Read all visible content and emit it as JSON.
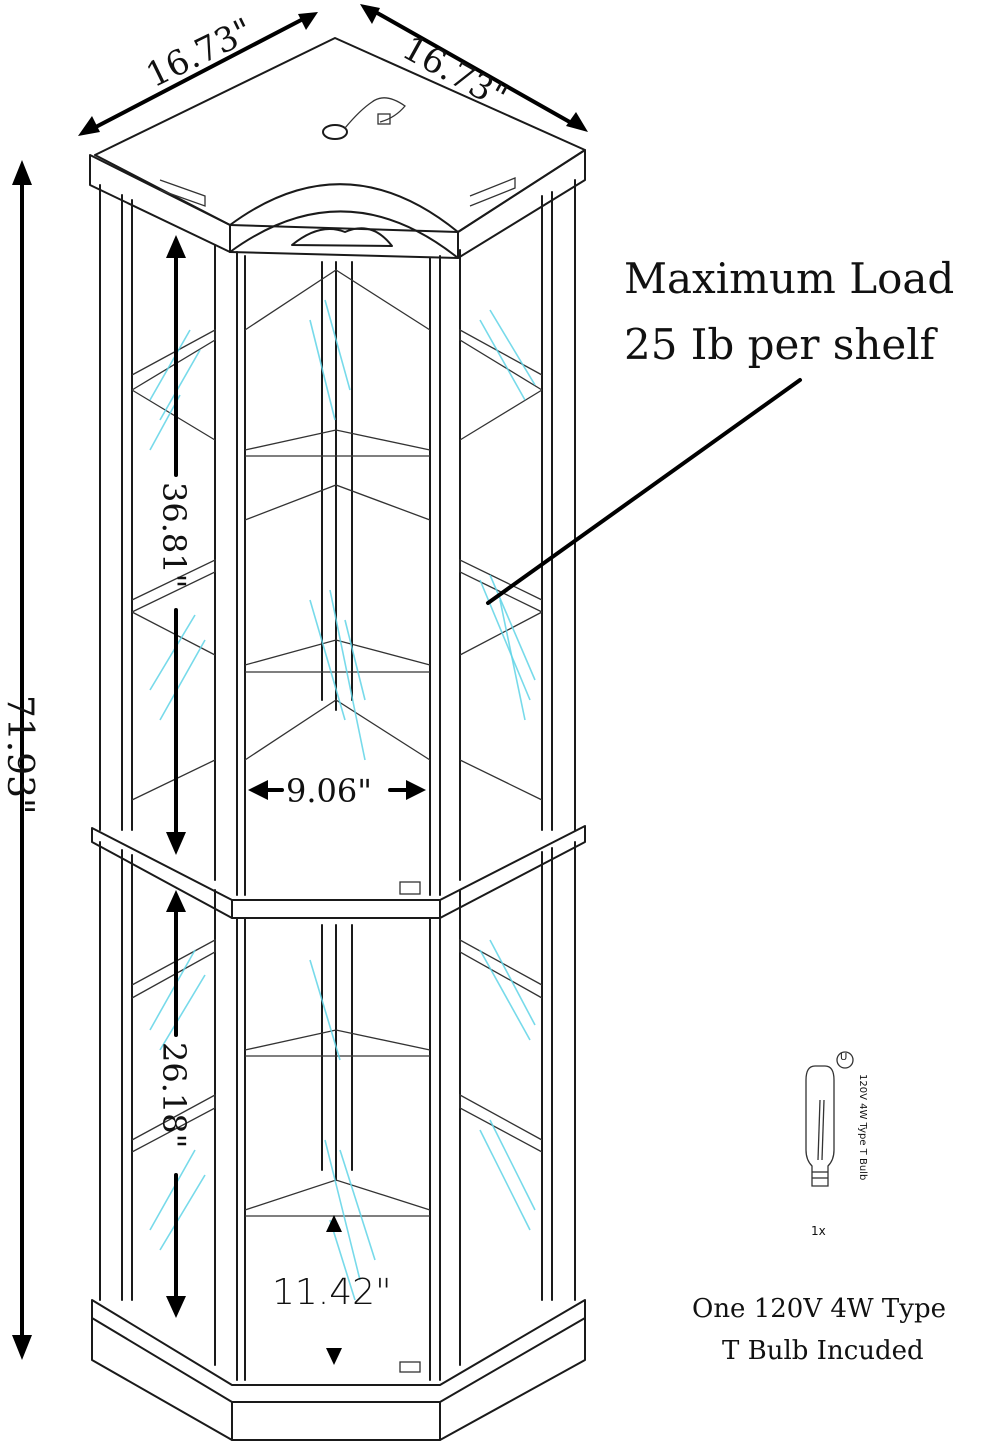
{
  "dimensions": {
    "width_left": "16.73\"",
    "width_right": "16.73\"",
    "total_height": "71.93\"",
    "upper_section_height": "36.81\"",
    "lower_section_height": "26.18\"",
    "door_width": "9.06\"",
    "lower_depth": "11.42\""
  },
  "callout": {
    "line1": "Maximum Load",
    "line2": "25 Ib per shelf"
  },
  "bulb": {
    "spec_text": "120V 4W Type T Bulb",
    "quantity": "1x",
    "cert_mark": "U",
    "caption_line1": "One 120V 4W Type",
    "caption_line2": "T Bulb Incuded"
  },
  "colors": {
    "line": "#1a1a1a",
    "glass_highlight": "#5fd3e6",
    "background": "#ffffff"
  }
}
